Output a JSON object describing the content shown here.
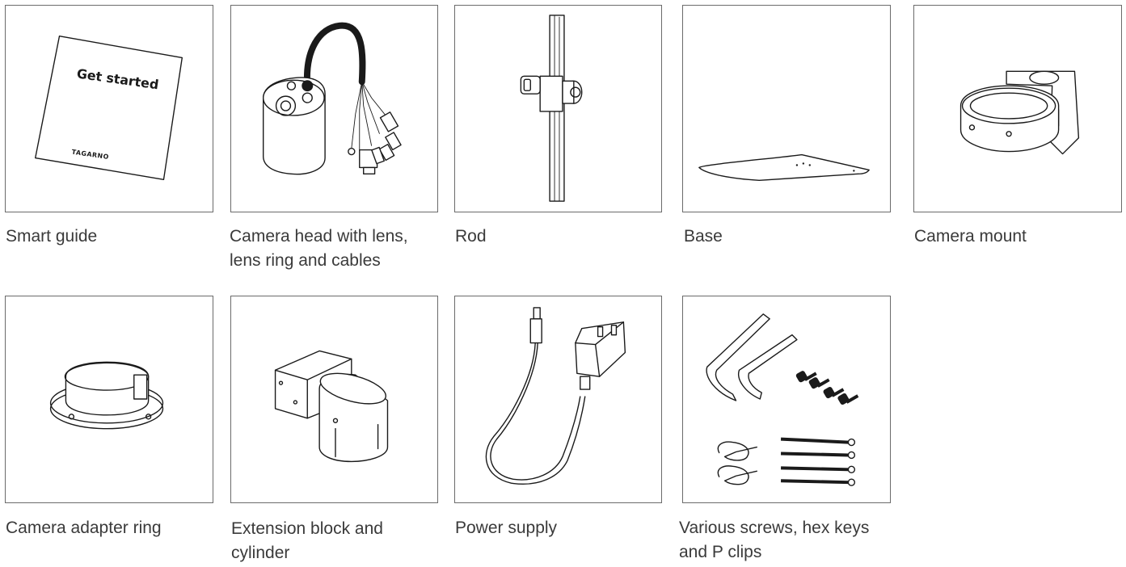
{
  "items": [
    {
      "caption_line1": "Smart guide",
      "caption_line2": "",
      "guide_title": "Get started",
      "guide_brand": "TAGARNO"
    },
    {
      "caption_line1": "Camera head with lens,",
      "caption_line2": "lens ring and cables"
    },
    {
      "caption_line1": "Rod",
      "caption_line2": ""
    },
    {
      "caption_line1": "Base",
      "caption_line2": ""
    },
    {
      "caption_line1": "Camera mount",
      "caption_line2": ""
    },
    {
      "caption_line1": "Camera adapter ring",
      "caption_line2": ""
    },
    {
      "caption_line1": "Extension block and",
      "caption_line2": "cylinder"
    },
    {
      "caption_line1": "Power supply",
      "caption_line2": ""
    },
    {
      "caption_line1": "Various screws, hex keys",
      "caption_line2": "and P clips"
    }
  ],
  "colors": {
    "border": "#6b6b6b",
    "line_art": "#1a1a1a",
    "caption_text": "#3a3a3a"
  }
}
